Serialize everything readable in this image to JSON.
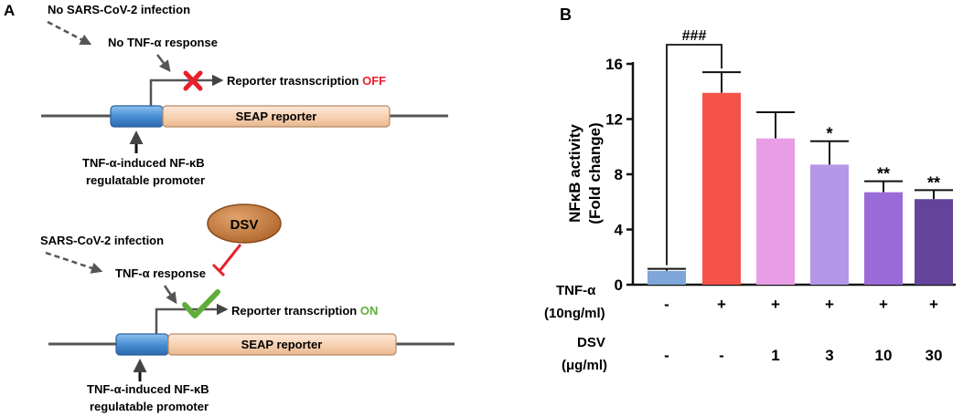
{
  "panels": {
    "a_label": "A",
    "b_label": "B"
  },
  "diagram_top": {
    "infection_text": "No SARS-CoV-2 infection",
    "response_text": "No TNF-α response",
    "reporter_text": "Reporter trasnscription ",
    "reporter_state": "OFF",
    "gene_label": "SEAP reporter",
    "promoter_line1": "TNF-α-induced NF-κB",
    "promoter_line2": "regulatable promoter"
  },
  "diagram_bottom": {
    "drug_label": "DSV",
    "infection_text": "SARS-CoV-2 infection",
    "response_text": "TNF-α response",
    "reporter_text": "Reporter  transcription ",
    "reporter_state": "ON",
    "gene_label": "SEAP reporter",
    "promoter_line1": "TNF-α-induced NF-κB",
    "promoter_line2": "regulatable promoter"
  },
  "colors": {
    "off": "#e8202a",
    "on": "#5fae3b",
    "promoter": "#4a8fd4",
    "gene": "#f8d4b8",
    "dsv": "#c57a3a"
  },
  "chart_data": {
    "type": "bar",
    "ylabel_line1": "NFκB activity",
    "ylabel_line2": "(Fold change)",
    "ylim": [
      0,
      16
    ],
    "yticks": [
      "0",
      "4",
      "8",
      "12",
      "16"
    ],
    "yticks_values": [
      0,
      4,
      8,
      12,
      16
    ],
    "values": [
      1.0,
      13.9,
      10.6,
      8.7,
      6.7,
      6.2
    ],
    "errors": [
      0.15,
      1.5,
      1.9,
      1.7,
      0.8,
      0.65
    ],
    "colors": [
      "#7ea6d8",
      "#f5524a",
      "#e89ee6",
      "#b497e6",
      "#9a6bd8",
      "#64449a"
    ],
    "significance": [
      "",
      "",
      "",
      "*",
      "**",
      "**"
    ],
    "hash_label": "###",
    "tnf_label_line1": "TNF-α",
    "tnf_label_line2": "(10ng/ml)",
    "tnf_row": [
      "-",
      "+",
      "+",
      "+",
      "+",
      "+"
    ],
    "dsv_label_line1": "DSV",
    "dsv_label_line2": "(μg/ml)",
    "dsv_row": [
      "-",
      "-",
      "1",
      "3",
      "10",
      "30"
    ]
  }
}
